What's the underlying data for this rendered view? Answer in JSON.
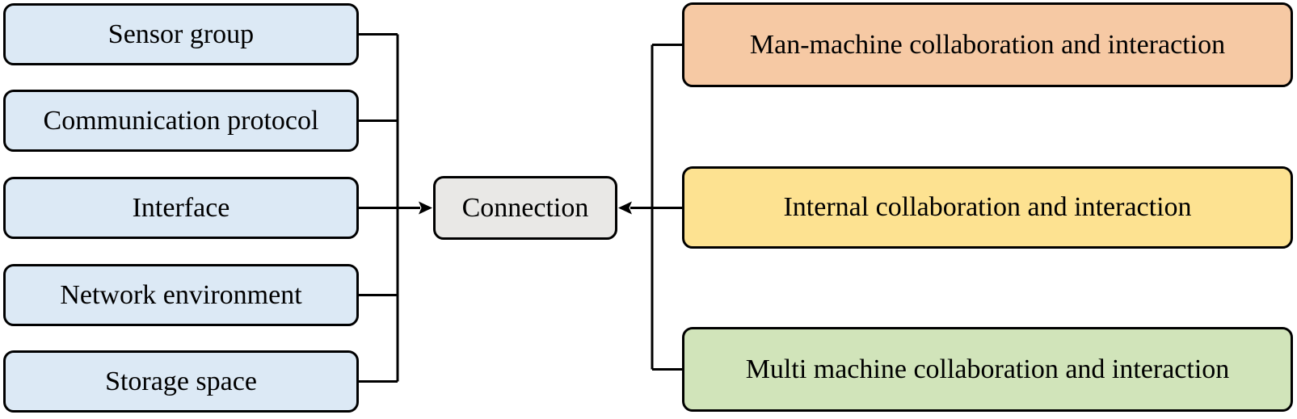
{
  "diagram": {
    "left_column": {
      "boxes": [
        {
          "label": "Sensor group"
        },
        {
          "label": "Communication protocol"
        },
        {
          "label": "Interface"
        },
        {
          "label": "Network environment"
        },
        {
          "label": "Storage space"
        }
      ],
      "fill": "#dce9f5"
    },
    "center": {
      "label": "Connection",
      "fill": "#e9e8e6"
    },
    "right_column": {
      "boxes": [
        {
          "label": "Man-machine collaboration and interaction",
          "fill": "#f6c9a4"
        },
        {
          "label": "Internal collaboration and interaction",
          "fill": "#fde291"
        },
        {
          "label": "Multi machine collaboration and interaction",
          "fill": "#d1e4ba"
        }
      ]
    },
    "connector_color": "#000000",
    "border_color": "#000000"
  }
}
